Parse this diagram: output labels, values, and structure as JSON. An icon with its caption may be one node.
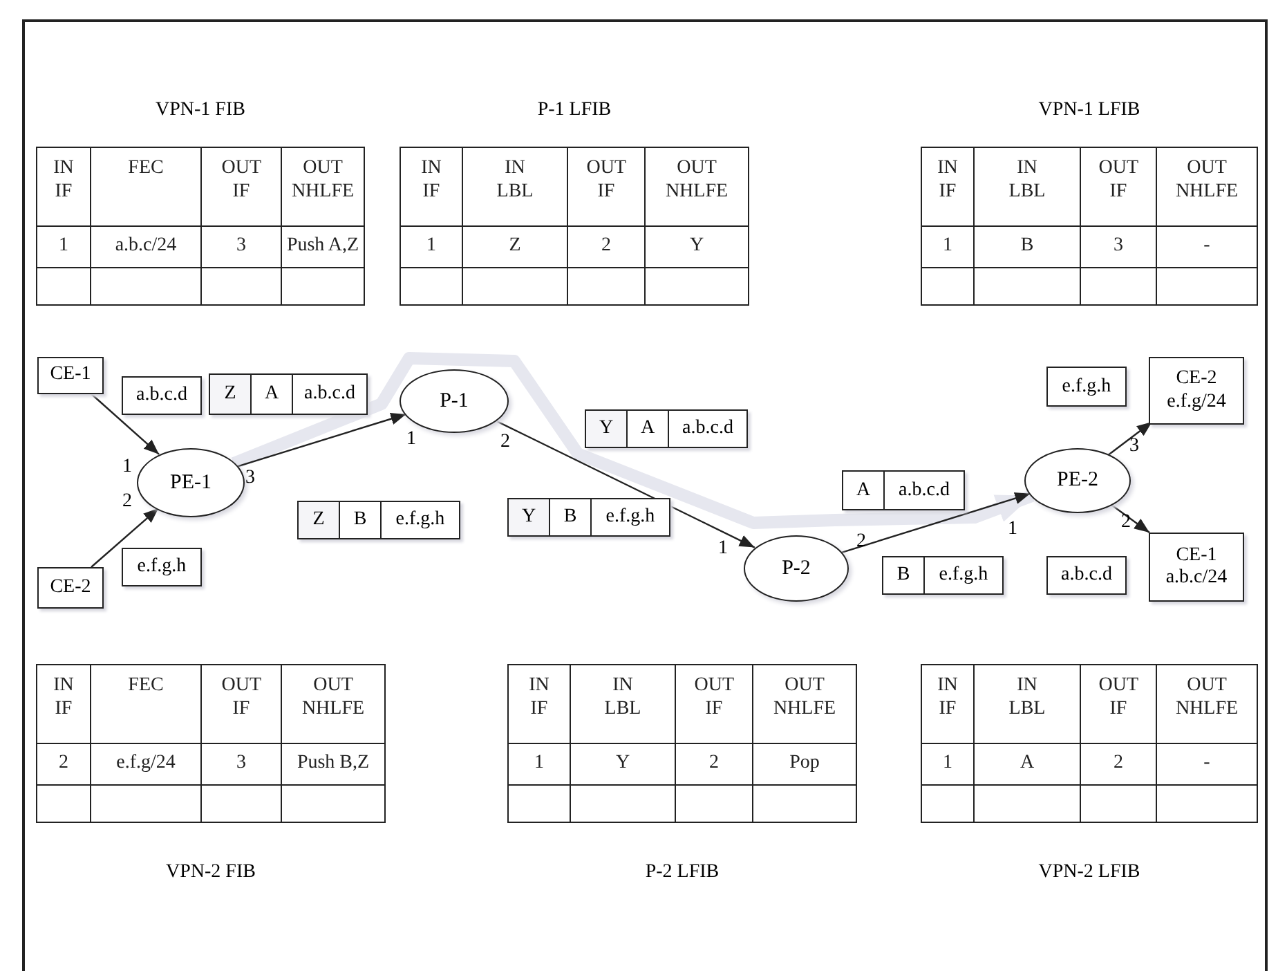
{
  "diagram": {
    "nodes": [
      {
        "text": [
          "IN IF",
          "FEC",
          "OUT IF",
          "OUT NHLFE",
          "1",
          "a.b.c/24",
          "3",
          "Push A,Z"
        ],
        "beside": [
          "VPN-1 FIB"
        ]
      },
      {
        "text": [
          "IN IF",
          "IN LBL",
          "OUT IF",
          "OUT NHLFE",
          "1",
          "Z",
          "2",
          "Y"
        ],
        "beside": [
          "P-1 LFIB"
        ]
      },
      {
        "text": [
          "IN IF",
          "IN LBL",
          "OUT IF",
          "OUT NHLFE",
          "1",
          "B",
          "3",
          "-"
        ],
        "beside": [
          "VPN-1 LFIB"
        ]
      },
      {
        "text": [
          "CE-1"
        ]
      },
      {
        "text": [
          "CE-2"
        ]
      },
      {
        "text": [
          "PE-1"
        ],
        "beside": [
          "1",
          "2",
          "3"
        ]
      },
      {
        "text": [
          "P-1"
        ],
        "beside": [
          "1",
          "2"
        ]
      },
      {
        "text": [
          "P-2"
        ],
        "beside": [
          "1",
          "2"
        ]
      },
      {
        "text": [
          "PE-2"
        ],
        "beside": [
          "3",
          "1",
          "2"
        ]
      },
      {
        "text": [
          "CE-2",
          "e.f.g/24"
        ]
      },
      {
        "text": [
          "CE-1",
          "a.b.c/24"
        ]
      },
      {
        "text": [
          "a.b.c.d"
        ]
      },
      {
        "text": [
          "Z",
          "A",
          "a.b.c.d"
        ]
      },
      {
        "text": [
          "e.f.g.h"
        ]
      },
      {
        "text": [
          "Z",
          "B",
          "e.f.g.h"
        ]
      },
      {
        "text": [
          "Y",
          "A",
          "a.b.c.d"
        ]
      },
      {
        "text": [
          "Y",
          "B",
          "e.f.g.h"
        ]
      },
      {
        "text": [
          "A",
          "a.b.c.d"
        ]
      },
      {
        "text": [
          "B",
          "e.f.g.h"
        ]
      },
      {
        "text": [
          "e.f.g.h"
        ]
      },
      {
        "text": [
          "a.b.c.d"
        ]
      },
      {
        "text": [
          "IN IF",
          "FEC",
          "OUT IF",
          "OUT NHLFE",
          "2",
          "e.f.g/24",
          "3",
          "Push B,Z"
        ],
        "beside": [
          "VPN-2 FIB"
        ]
      },
      {
        "text": [
          "IN IF",
          "IN LBL",
          "OUT IF",
          "OUT NHLFE",
          "1",
          "Y",
          "2",
          "Pop"
        ],
        "beside": [
          "P-2 LFIB"
        ]
      },
      {
        "text": [
          "IN IF",
          "IN LBL",
          "OUT IF",
          "OUT NHLFE",
          "1",
          "A",
          "2",
          "-"
        ],
        "beside": [
          "VPN-2 LFIB"
        ]
      }
    ],
    "edges": [
      {
        "from": 3,
        "to": 5,
        "arrow": "to"
      },
      {
        "from": 4,
        "to": 5,
        "arrow": "to"
      },
      {
        "from": 5,
        "to": 6,
        "arrow": "to"
      },
      {
        "from": 6,
        "to": 7,
        "arrow": "to"
      },
      {
        "from": 7,
        "to": 8,
        "arrow": "to"
      },
      {
        "from": 8,
        "to": 9,
        "arrow": "to"
      },
      {
        "from": 8,
        "to": 10,
        "arrow": "to"
      },
      {
        "from": 5,
        "to": 8,
        "arrow": "to",
        "style": "thick",
        "color": "#e6e7ef"
      }
    ]
  }
}
